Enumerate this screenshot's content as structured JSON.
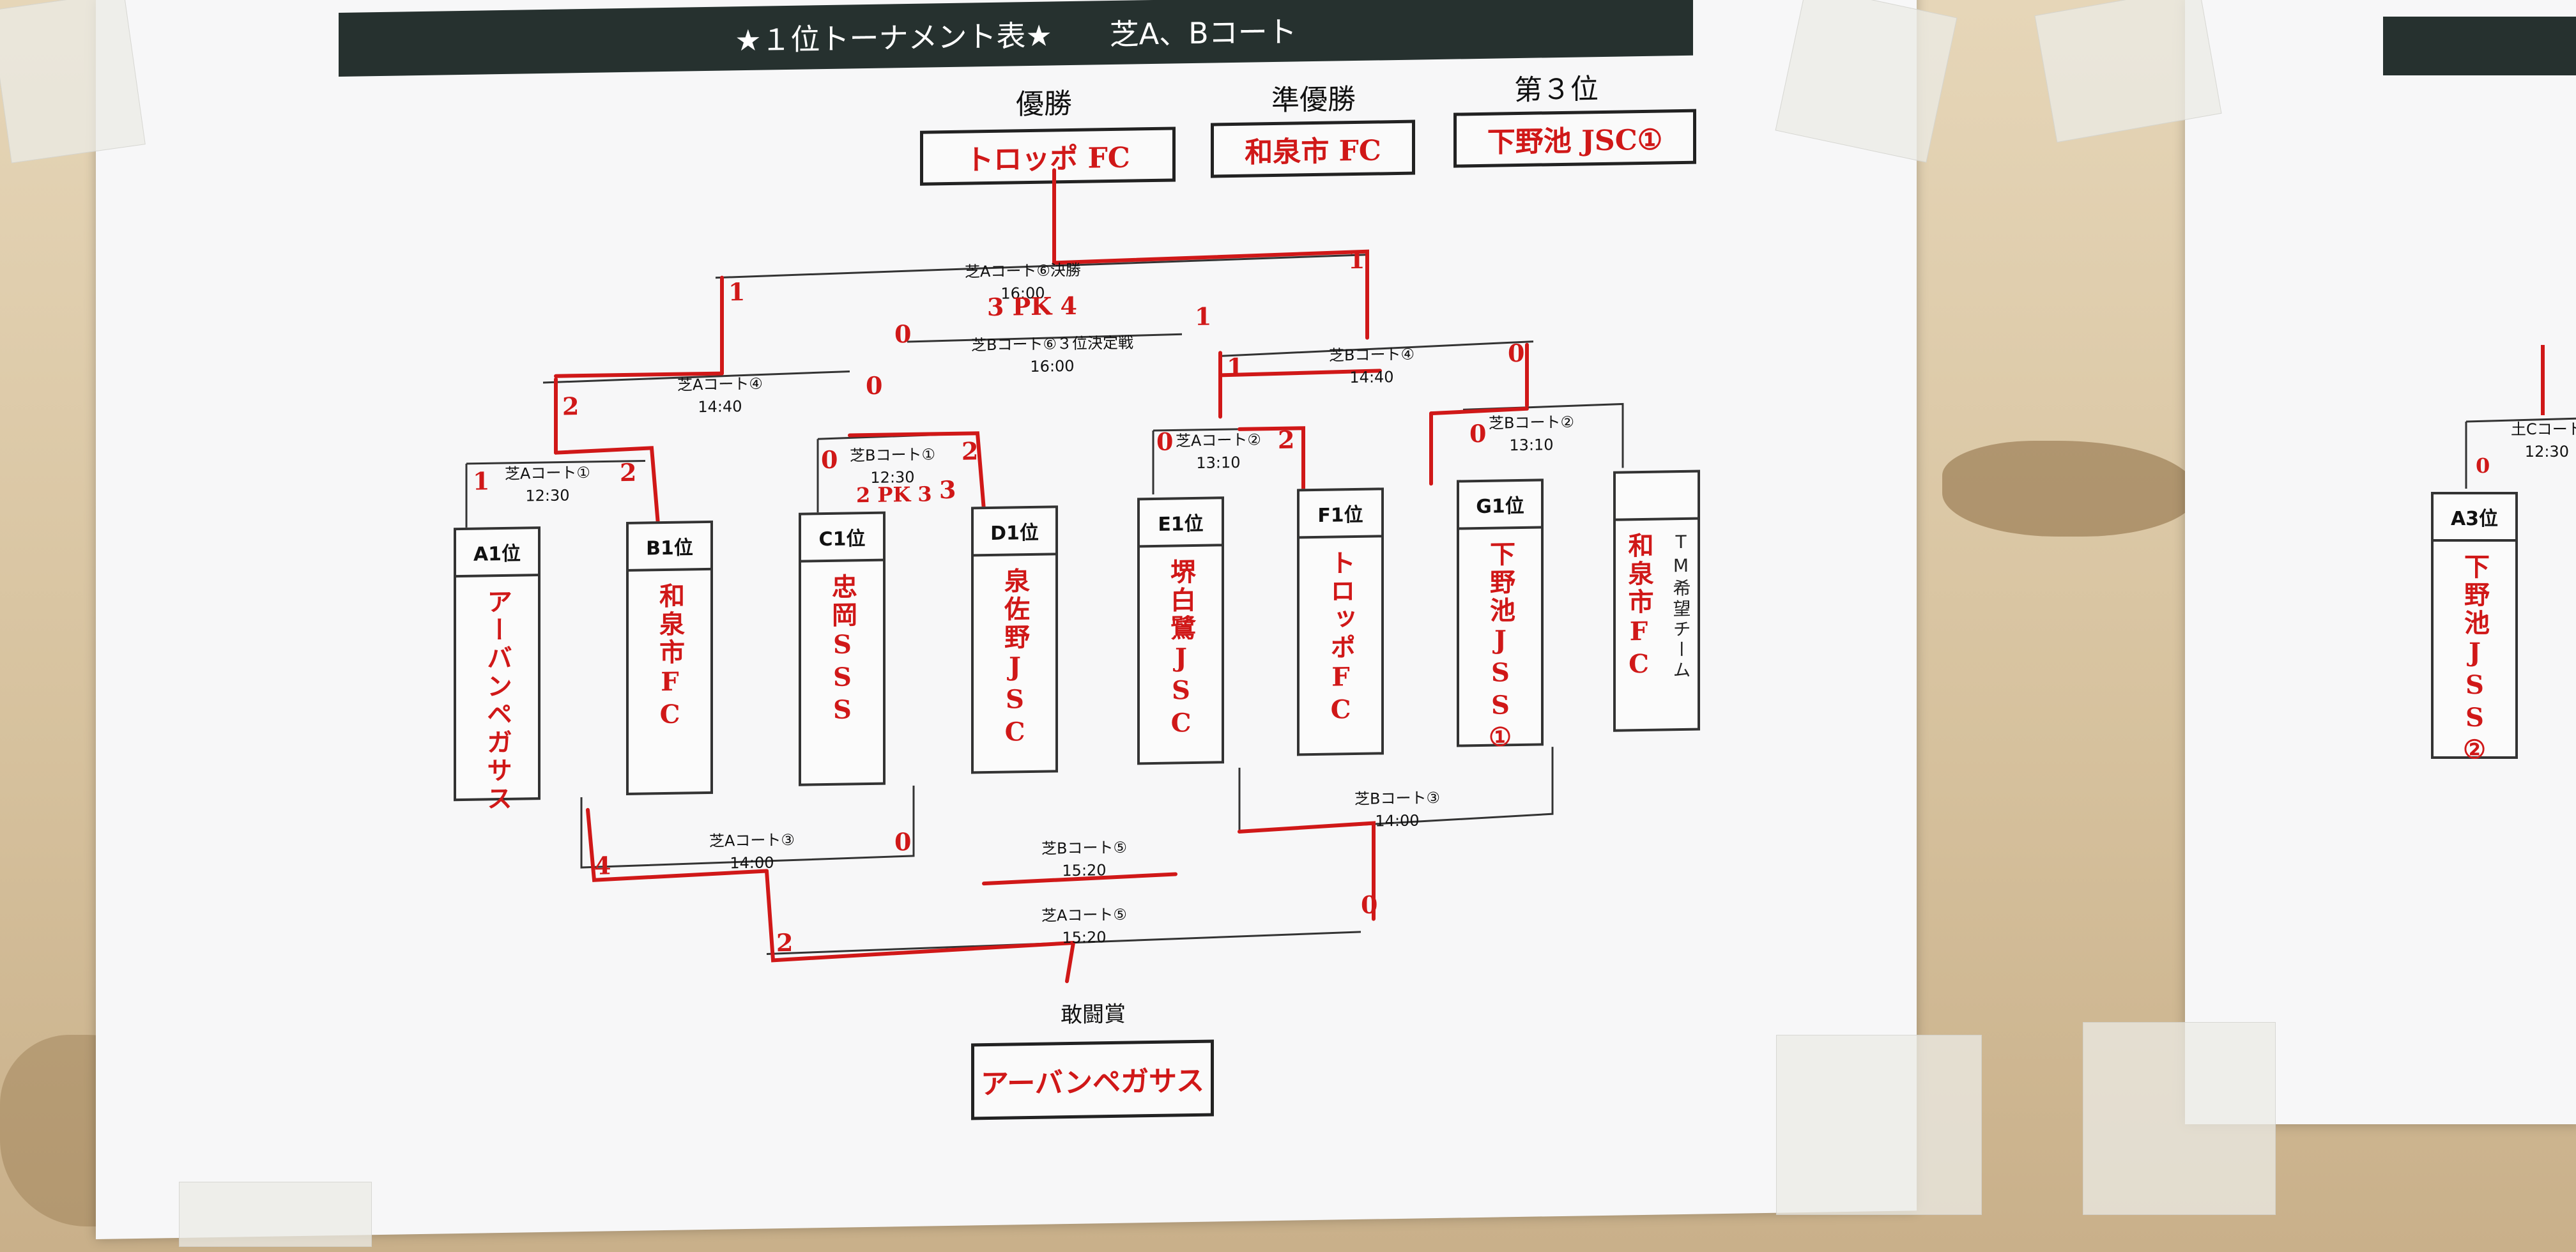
{
  "banner": {
    "title": "★１位トーナメント表★",
    "courts": "芝A、Bコート"
  },
  "results": {
    "winner": {
      "label": "優勝",
      "team": "トロッポ FC"
    },
    "runner_up": {
      "label": "準優勝",
      "team": "和泉市 FC"
    },
    "third": {
      "label": "第３位",
      "team": "下野池 JSC①"
    },
    "fighting_spirit": {
      "label": "敢闘賞",
      "team": "アーバンペガサス"
    }
  },
  "teams": [
    {
      "seed": "A1位",
      "name": "アーバンペガサス"
    },
    {
      "seed": "B1位",
      "name": "和泉市FC"
    },
    {
      "seed": "C1位",
      "name": "忠岡SSS"
    },
    {
      "seed": "D1位",
      "name": "泉佐野JSC"
    },
    {
      "seed": "E1位",
      "name": "堺白鷺JSC"
    },
    {
      "seed": "F1位",
      "name": "トロッポFC"
    },
    {
      "seed": "G1位",
      "name": "下野池JSS①"
    },
    {
      "seed": "",
      "name": "和泉市FC",
      "note": "TM希望チーム"
    }
  ],
  "matches": {
    "final": {
      "court": "芝Aコート⑥決勝",
      "time": "16:00",
      "score": "3 PK 4"
    },
    "third_place": {
      "court": "芝Bコート⑥３位決定戦",
      "time": "16:00"
    },
    "a4": {
      "court": "芝Aコート④",
      "time": "14:40"
    },
    "b4": {
      "court": "芝Bコート④",
      "time": "14:40"
    },
    "a1": {
      "court": "芝Aコート①",
      "time": "12:30"
    },
    "b1": {
      "court": "芝Bコート①",
      "time": "12:30",
      "pk": "2 PK 3"
    },
    "a2": {
      "court": "芝Aコート②",
      "time": "13:10"
    },
    "b2": {
      "court": "芝Bコート②",
      "time": "13:10"
    },
    "a3": {
      "court": "芝Aコート③",
      "time": "14:00"
    },
    "b3": {
      "court": "芝Bコート③",
      "time": "14:00"
    },
    "b5": {
      "court": "芝Bコート⑤",
      "time": "15:20"
    },
    "a5": {
      "court": "芝Aコート⑤",
      "time": "15:20"
    }
  },
  "scores": [
    "1",
    "1",
    "0",
    "1",
    "2",
    "0",
    "1",
    "0",
    "1",
    "2",
    "0",
    "2",
    "0",
    "0",
    "2",
    "3",
    "4",
    "0",
    "2",
    "0"
  ],
  "right_sheet": {
    "match_court": "土Cコート",
    "match_time": "12:30",
    "score": "0",
    "seed": "A3位",
    "team": "下野池JSS②"
  }
}
